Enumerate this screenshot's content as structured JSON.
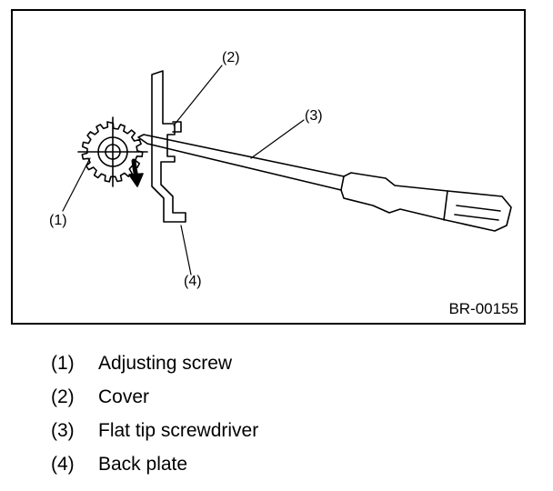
{
  "figure": {
    "callouts": {
      "adjusting_screw": "(1)",
      "cover": "(2)",
      "screwdriver": "(3)",
      "back_plate": "(4)"
    },
    "figure_id": "BR-00155"
  },
  "legend": [
    {
      "number": "(1)",
      "label": "Adjusting screw"
    },
    {
      "number": "(2)",
      "label": "Cover"
    },
    {
      "number": "(3)",
      "label": "Flat tip screwdriver"
    },
    {
      "number": "(4)",
      "label": "Back plate"
    }
  ]
}
